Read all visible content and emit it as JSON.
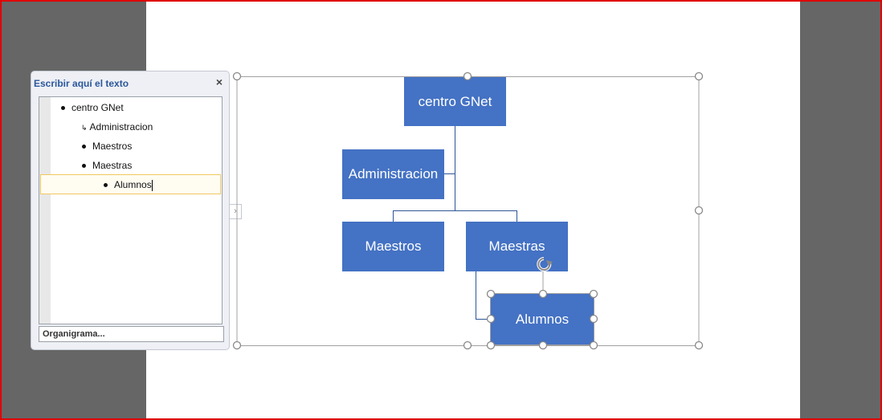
{
  "text_pane": {
    "title": "Escribir aquí el texto",
    "close_label": "×",
    "items": [
      {
        "label": "centro GNet",
        "level": 1
      },
      {
        "label": "Administracion",
        "level": 2,
        "assistant": true
      },
      {
        "label": "Maestros",
        "level": 2
      },
      {
        "label": "Maestras",
        "level": 2
      },
      {
        "label": "Alumnos",
        "level": 3
      }
    ],
    "footer_link": "Organigrama..."
  },
  "diagram": {
    "fill_color": "#4472c4",
    "nodes": {
      "root": "centro GNet",
      "assistant": "Administracion",
      "child1": "Maestros",
      "child2": "Maestras",
      "grandchild": "Alumnos"
    }
  }
}
